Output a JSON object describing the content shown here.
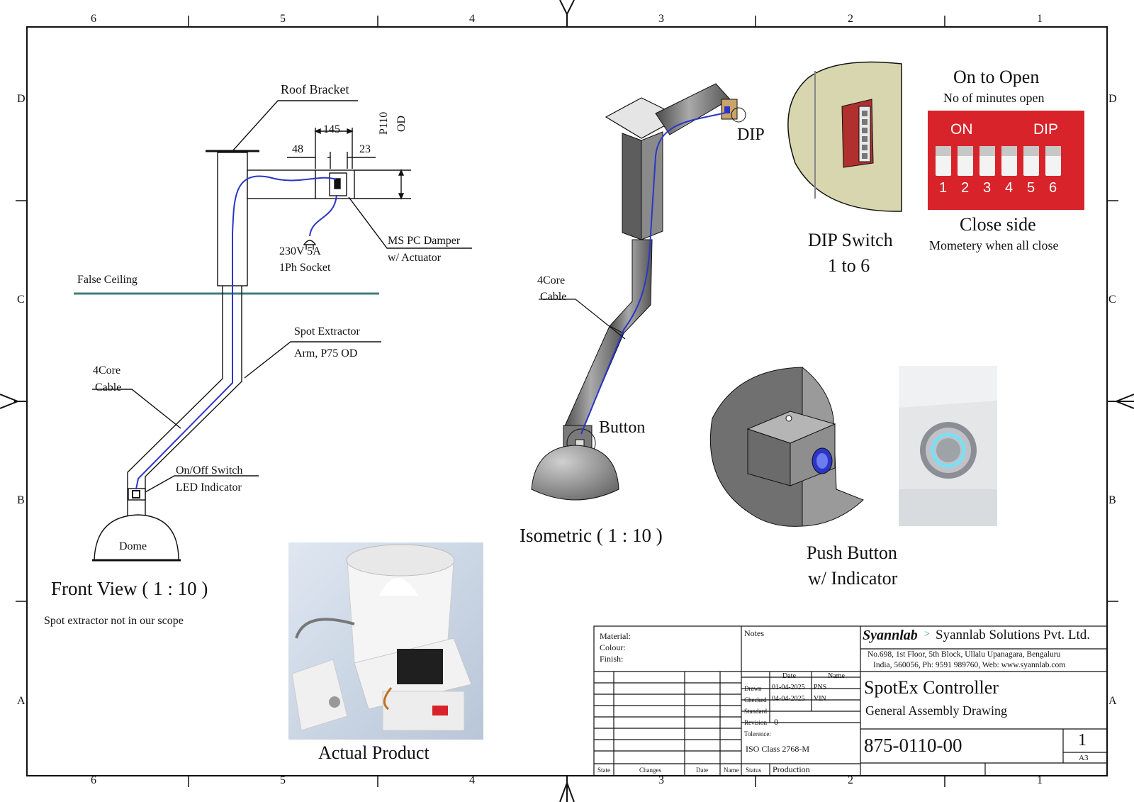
{
  "zones": {
    "columns_top": [
      "6",
      "5",
      "4",
      "3",
      "2",
      "1"
    ],
    "columns_bottom": [
      "6",
      "5",
      "4",
      "3",
      "2",
      "1"
    ],
    "rows_left": [
      "D",
      "C",
      "B",
      "A"
    ],
    "rows_right": [
      "D",
      "C",
      "B",
      "A"
    ]
  },
  "front_view": {
    "roof_bracket": "Roof Bracket",
    "dim_145": "145",
    "dim_48": "48",
    "dim_23": "23",
    "dim_od_1": "P110",
    "dim_od_2": "OD",
    "socket_1": "230V 5A",
    "socket_2": "1Ph Socket",
    "damper_1": "MS PC Damper",
    "damper_2": "w/ Actuator",
    "false_ceiling": "False Ceiling",
    "arm_1": "Spot Extractor",
    "arm_2": "Arm, P75 OD",
    "cable_1": "4Core",
    "cable_2": "Cable",
    "switch_1": "On/Off Switch",
    "switch_2": "LED Indicator",
    "dome": "Dome",
    "title": "Front View ( 1 : 10 )",
    "note": "Spot extractor not in our scope"
  },
  "iso_view": {
    "dip": "DIP",
    "cable_1": "4Core",
    "cable_2": "Cable",
    "button": "Button",
    "title": "Isometric ( 1 : 10 )"
  },
  "dip_detail": {
    "title_1": "DIP Switch",
    "title_2": "1 to 6",
    "open_1": "On to Open",
    "open_2": "No of minutes open",
    "close_1": "Close side",
    "close_2": "Mometery when all close",
    "on_text": "ON",
    "dip_text": "DIP",
    "numbers": [
      "1",
      "2",
      "3",
      "4",
      "5",
      "6"
    ]
  },
  "push_button": {
    "title_1": "Push Button",
    "title_2": "w/ Indicator"
  },
  "actual_product": "Actual Product",
  "title_block": {
    "material": "Material:",
    "colour": "Colour:",
    "finish": "Finish:",
    "notes": "Notes",
    "date_hdr": "Date",
    "name_hdr": "Name",
    "drawn": "Drawn",
    "drawn_date": "01-04-2025",
    "drawn_name": "PNS",
    "checked": "Checked",
    "checked_date": "04-04-2025",
    "checked_name": "VIN",
    "standard": "Standard",
    "revision": "Revision",
    "revision_val": "0",
    "tolerance": "Tolerence:",
    "tolerance_val": "ISO Class 2768-M",
    "status": "Status",
    "status_val": "Production",
    "state": "State",
    "changes": "Changes",
    "date": "Date",
    "name": "Name",
    "logo": "Syannlab",
    "company": "Syannlab Solutions Pvt. Ltd.",
    "address_1": "No.698, 1st Floor, 5th Block, Ullalu Upanagara, Bengaluru",
    "address_2": "India, 560056, Ph: 9591 989760, Web: www.syannlab.com",
    "product": "SpotEx Controller",
    "drawing_type": "General Assembly Drawing",
    "drawing_no": "875-0110-00",
    "sheet": "1",
    "size": "A3"
  },
  "colors": {
    "cable": "#2b36c8",
    "ceiling": "#3f7f7a",
    "dip_red": "#d8232a",
    "metal": "#6e6e6e"
  }
}
